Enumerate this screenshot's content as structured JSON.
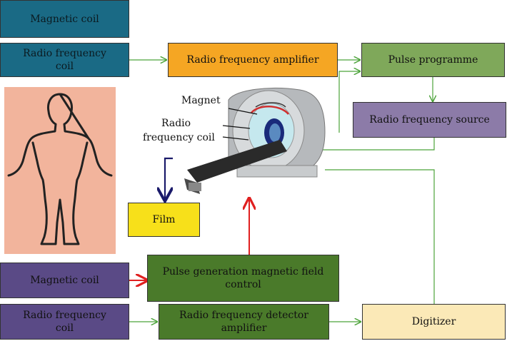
{
  "boxes": {
    "magnetic_coil_top": "Magnetic coil",
    "rf_coil_top_1": "Radio frequency",
    "rf_coil_top_2": "coil",
    "rf_amplifier": "Radio frequency amplifier",
    "pulse_programme": "Pulse programme",
    "rf_source": "Radio frequency source",
    "film": "Film",
    "pulse_gen_1": "Pulse generation magnetic field",
    "pulse_gen_2": "control",
    "magnetic_coil_bottom": "Magnetic coil",
    "rf_coil_bottom_1": "Radio frequency",
    "rf_coil_bottom_2": "coil",
    "rf_detector_1": "Radio frequency detector",
    "rf_detector_2": "amplifier",
    "digitizer": "Digitizer"
  },
  "scanner_labels": {
    "magnet": "Magnet",
    "rf_coil_1": "Radio",
    "rf_coil_2": "frequency coil"
  },
  "colors": {
    "blue": "#1a6a85",
    "orange": "#f5a623",
    "green": "#7fa85a",
    "purple": "#8c7ba8",
    "violet": "#5a4a86",
    "dark_green": "#4a7a2a",
    "cream": "#fbe9b7",
    "yellow": "#f7e01a",
    "skin": "#f2b49c",
    "arrow_green": "#4ca33a",
    "arrow_red": "#e02020",
    "arrow_navy": "#1a1a6a"
  }
}
